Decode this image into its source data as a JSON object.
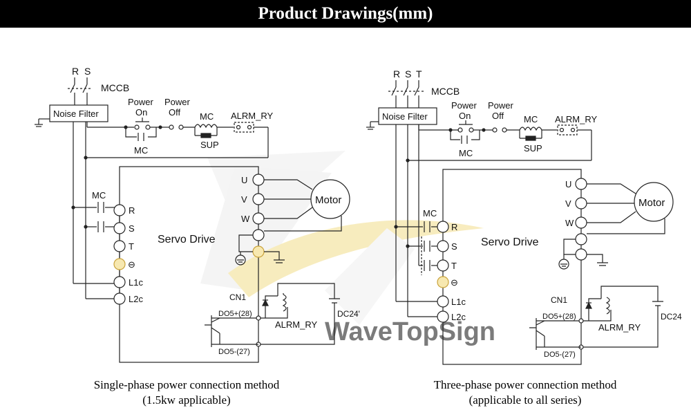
{
  "header": {
    "title": "Product Drawings(mm)"
  },
  "watermark": {
    "text": "WaveTopSign"
  },
  "colors": {
    "banner_bg": "#000000",
    "accent": "#e9c64a",
    "line": "#222222"
  },
  "left": {
    "phases": [
      "R",
      "S"
    ],
    "mccb": "MCCB",
    "noise_filter": "Noise Filter",
    "power_on": [
      "Power",
      "On"
    ],
    "power_off": [
      "Power",
      "Off"
    ],
    "mc": "MC",
    "sup": "SUP",
    "alrm_ry": "ALRM_RY",
    "mc_contact": "MC",
    "terminals_left": [
      "R",
      "S",
      "T",
      "⊖",
      "L1c",
      "L2c"
    ],
    "terminals_right": [
      "U",
      "V",
      "W"
    ],
    "motor": "Motor",
    "servo": "Servo Drive",
    "cn1": "CN1",
    "do5p": "DO5+(28)",
    "do5m": "DO5-(27)",
    "alrm_ry_out": "ALRM_RY",
    "dc24": "DC24'",
    "caption_1": "Single-phase power connection method",
    "caption_2": "(1.5kw applicable)"
  },
  "right": {
    "phases": [
      "R",
      "S",
      "T"
    ],
    "mccb": "MCCB",
    "noise_filter": "Noise Filter",
    "power_on": [
      "Power",
      "On"
    ],
    "power_off": [
      "Power",
      "Off"
    ],
    "mc": "MC",
    "sup": "SUP",
    "alrm_ry": "ALRM_RY",
    "mc_contact": "MC",
    "terminals_left": [
      "R",
      "S",
      "T",
      "⊖",
      "L1c",
      "L2c"
    ],
    "terminals_right": [
      "U",
      "V",
      "W"
    ],
    "motor": "Motor",
    "servo": "Servo Drive",
    "cn1": "CN1",
    "do5p": "DO5+(28)",
    "do5m": "DO5-(27)",
    "alrm_ry_out": "ALRM_RY",
    "dc24": "DC24",
    "caption_1": "Three-phase power connection method",
    "caption_2": "(applicable to all series)"
  }
}
